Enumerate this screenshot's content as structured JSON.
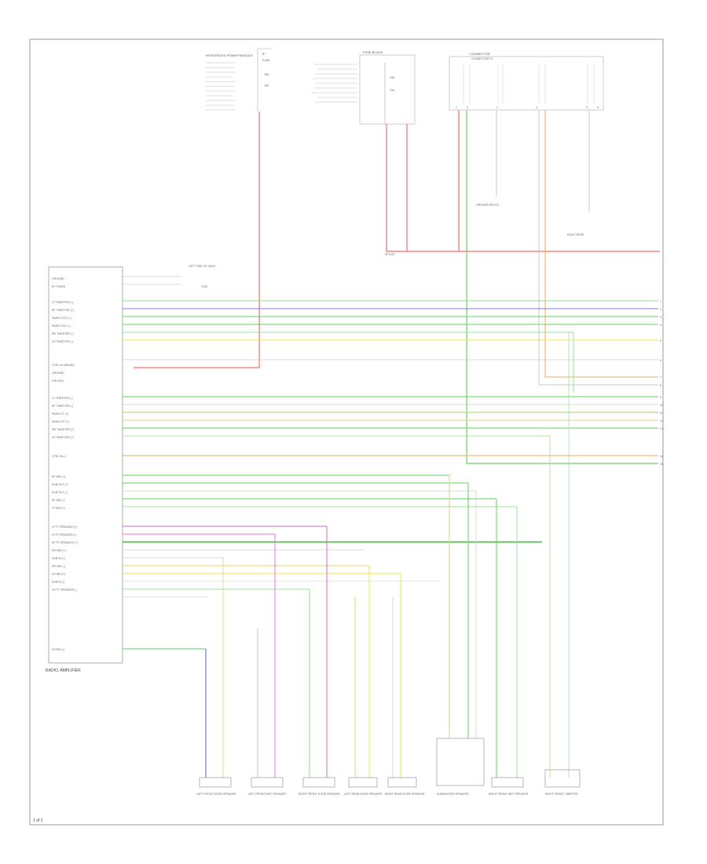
{
  "diagram": {
    "module_footer_label": "RADIO, AMPLIFIER",
    "page_tag": "1 of 2",
    "top_components": [
      {
        "id": "fuse-box-1",
        "label": "INTEGRATED POWER MODULE"
      },
      {
        "id": "fuse-box-2",
        "label": "FUSE BLOCK"
      },
      {
        "id": "ground-block",
        "label": "CONNECTOR"
      }
    ],
    "splice_label": "SPLICE",
    "left_pins": [
      "GROUND",
      "B+ FUSED",
      "",
      "LF TWEETER (+)",
      "RF TWEETER (+)",
      "RADIO OUT (+)",
      "RADIO OUT (-)",
      "RR TWEETER (-)",
      "LR TWEETER (-)",
      "",
      "CTRL IN (SENSE)",
      "GROUND",
      "IGN RUN",
      "",
      "LF TWEETER (-)",
      "RF TWEETER (-)",
      "RADIO LT (+)",
      "RADIO RT (+)",
      "RR TWEETER (+)",
      "LR TWEETER (+)",
      "",
      "CTRL IN (-)",
      "",
      "RF MID (+)",
      "SUB OUT (+)",
      "SUB OUT (-)",
      "RF MID (-)",
      "LF MID (+)",
      "",
      "LF FT SPEAKER (+)",
      "LF FT SPEAKER (-)",
      "RF FT SPEAKER (+)",
      "RR MID (+)",
      "SUB IN (+)",
      "RR MID (-)",
      "LR MID (+)",
      "SUB IN (-)",
      "LR FT SPEAKER (-)",
      "",
      "",
      "",
      "",
      "LR MID (-)"
    ],
    "bottom_components": [
      {
        "id": "lf-door-spk",
        "label": "LEFT FRONT DOOR SPEAKER"
      },
      {
        "id": "lf-inst-spk",
        "label": "LEFT FRONT INST SPEAKER"
      },
      {
        "id": "rf-door-spk",
        "label": "RIGHT FRONT DOOR SPEAKER"
      },
      {
        "id": "lr-door-spk",
        "label": "LEFT REAR DOOR SPEAKER"
      },
      {
        "id": "rr-door-spk",
        "label": "RIGHT REAR DOOR SPEAKER"
      },
      {
        "id": "subwoofer",
        "label": "SUBWOOFER SPEAKER"
      },
      {
        "id": "rf-inst-spk",
        "label": "RIGHT FRONT INST SPEAKER"
      },
      {
        "id": "rf-tweeter",
        "label": "RIGHT FRONT TWEETER"
      }
    ],
    "colors": {
      "red": "#ff5a5a",
      "green": "#5fd35f",
      "blue": "#6a6ad8",
      "yellow": "#e8e84a",
      "orange": "#f0a860",
      "violet": "#c070d0",
      "gray": "#b0b0b0",
      "lightgreen": "#b5e5a0",
      "frame": "#999999"
    }
  }
}
